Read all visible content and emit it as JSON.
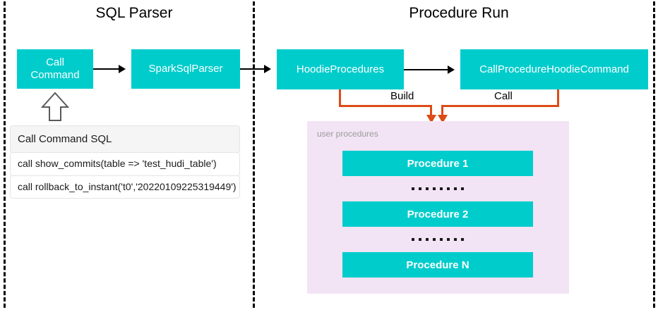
{
  "sections": [
    {
      "id": "sql-parser",
      "title": "SQL Parser"
    },
    {
      "id": "procedure-run",
      "title": "Procedure Run"
    }
  ],
  "nodes": {
    "call_command": "Call\nCommand",
    "call_command_line1": "Call",
    "call_command_line2": "Command",
    "spark_sql_parser": "SparkSqlParser",
    "hoodie_procedures": "HoodieProcedures",
    "call_procedure_hoodie_command": "CallProcedureHoodieCommand"
  },
  "edges": {
    "build_label": "Build",
    "call_label": "Call"
  },
  "sql_table": {
    "header": "Call Command SQL",
    "rows": [
      "call show_commits(table => 'test_hudi_table')",
      "call rollback_to_instant('t0','20220109225319449')"
    ]
  },
  "procedures_panel": {
    "label": "user procedures",
    "items": [
      "Procedure 1",
      "Procedure 2",
      "Procedure N"
    ],
    "ellipsis_dot_count": 8
  },
  "colors": {
    "node_fill": "#00CCCC",
    "node_text": "#FFFFFF",
    "panel_fill": "#F2E4F4",
    "panel_label": "#9B9B9B",
    "edge_black": "#000000",
    "edge_orange": "#DD4B16",
    "divider": "#000000",
    "background": "#FFFFFF",
    "table_header_fill": "#F5F5F5",
    "table_border": "#E4E4E4"
  }
}
